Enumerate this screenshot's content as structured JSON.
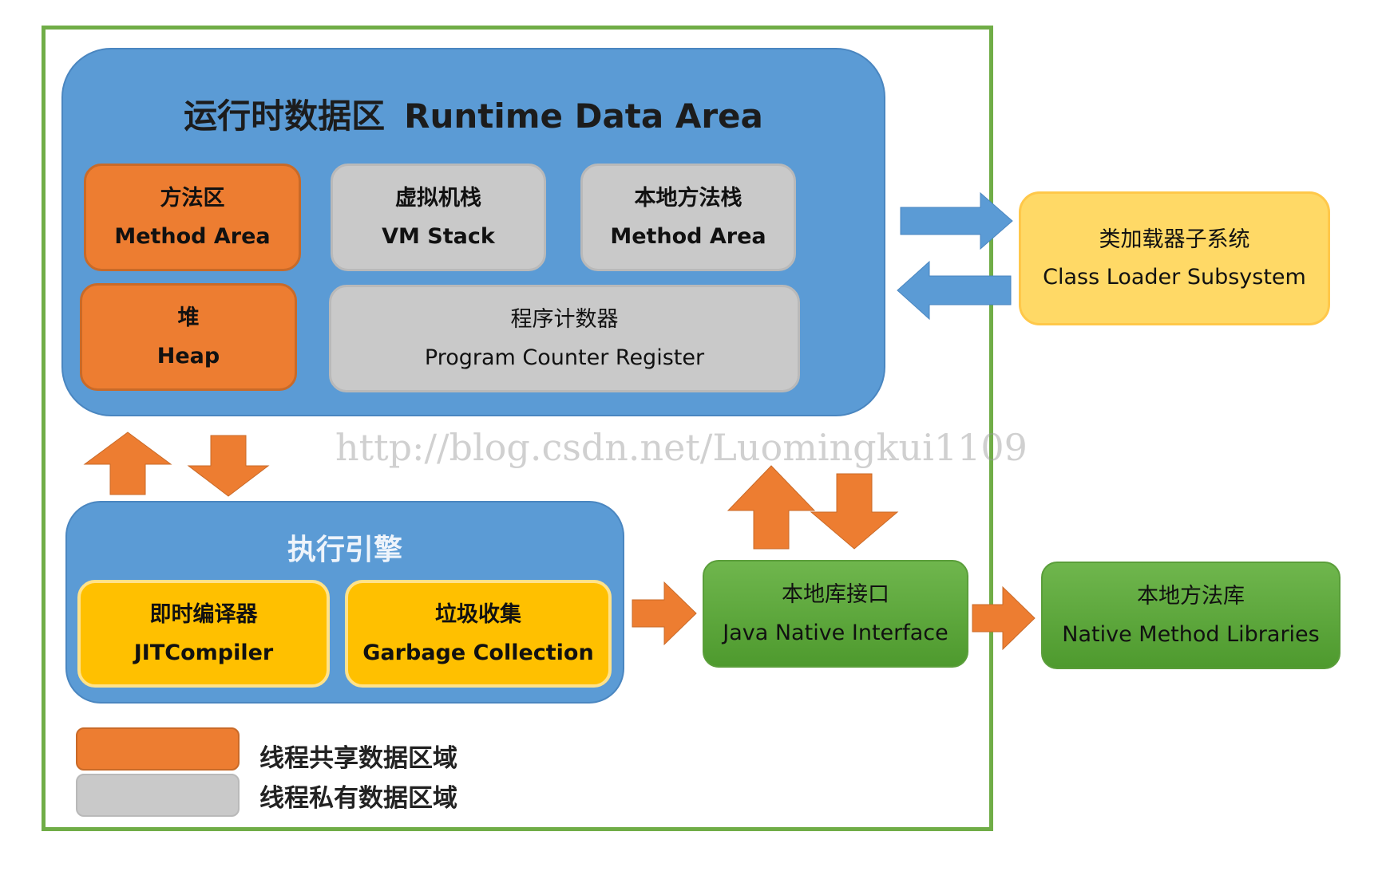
{
  "runtime_data_area": {
    "title_cn": "运行时数据区",
    "title_en": "Runtime Data Area",
    "method_area": {
      "cn": "方法区",
      "en": "Method Area"
    },
    "vm_stack": {
      "cn": "虚拟机栈",
      "en": "VM Stack"
    },
    "native_method_stack": {
      "cn": "本地方法栈",
      "en": "Method Area"
    },
    "heap": {
      "cn": "堆",
      "en": "Heap"
    },
    "program_counter": {
      "cn": "程序计数器",
      "en": "Program Counter Register"
    }
  },
  "class_loader": {
    "cn": "类加载器子系统",
    "en": "Class Loader Subsystem"
  },
  "execution_engine": {
    "title": "执行引擎",
    "jit": {
      "cn": "即时编译器",
      "en": "JITCompiler"
    },
    "gc": {
      "cn": "垃圾收集",
      "en": "Garbage Collection"
    }
  },
  "native_interface": {
    "cn": "本地库接口",
    "en": "Java Native Interface"
  },
  "native_libraries": {
    "cn": "本地方法库",
    "en": "Native Method Libraries"
  },
  "legend": {
    "shared": "线程共享数据区域",
    "private": "线程私有数据区域"
  },
  "watermark": "http://blog.csdn.net/Luomingkui1109",
  "colors": {
    "frame": "#70ad47",
    "runtime_bg": "#5b9bd5",
    "shared": "#ed7d31",
    "private": "#c9c9c9",
    "engine_parts": "#ffc000",
    "class_loader": "#ffd966",
    "native": "#5fa83d"
  }
}
